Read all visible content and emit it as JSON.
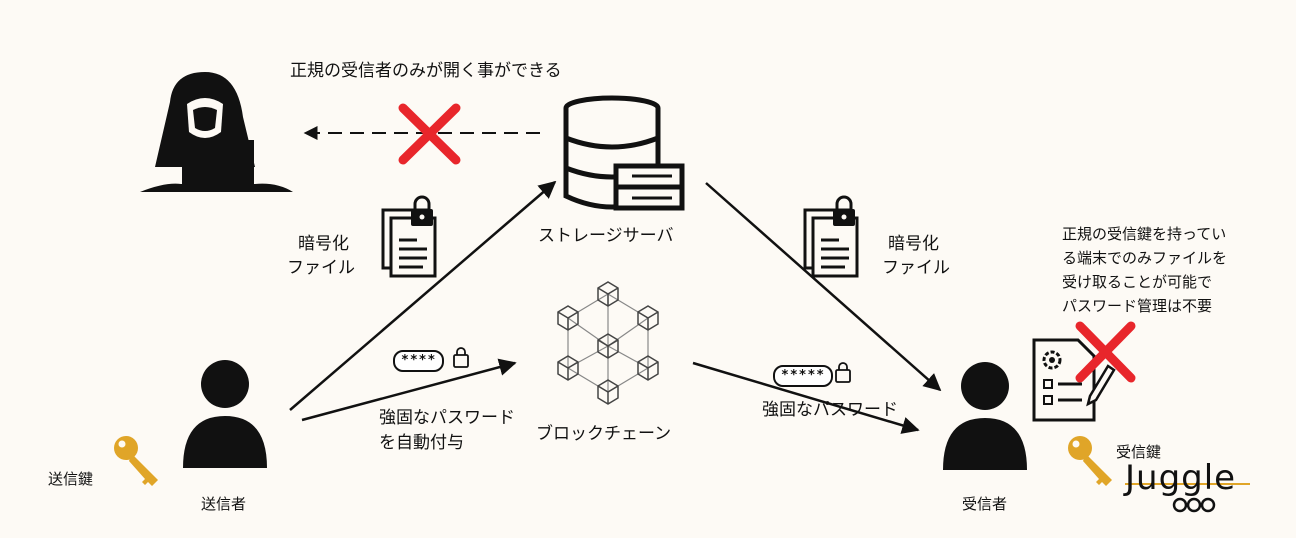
{
  "labels": {
    "top_note": "正規の受信者のみが開く事ができる",
    "storage_server": "ストレージサーバ",
    "encrypted_file_left_1": "暗号化",
    "encrypted_file_left_2": "ファイル",
    "encrypted_file_right_1": "暗号化",
    "encrypted_file_right_2": "ファイル",
    "blockchain": "ブロックチェーン",
    "strong_password_auto_1": "強固なパスワード",
    "strong_password_auto_2": "を自動付与",
    "strong_password_right": "強固なパスワード",
    "sender": "送信者",
    "sender_key": "送信鍵",
    "receiver": "受信者",
    "receiver_key": "受信鍵",
    "right_note_1": "正規の受信鍵を持ってい",
    "right_note_2": "る端末でのみファイルを",
    "right_note_3": "受け取ることが可能で",
    "right_note_4": "パスワード管理は不要",
    "password_mask_left": "****",
    "password_mask_right": "*****",
    "logo": "Juggle"
  },
  "icons": {
    "hacker": "hacker-icon",
    "server": "database-server-icon",
    "blockchain": "blockchain-cubes-icon",
    "file_lock": "locked-document-icon",
    "person": "person-icon",
    "key": "key-icon",
    "cross": "red-x-icon",
    "settings_doc": "settings-document-icon"
  },
  "colors": {
    "background": "#fdfaf5",
    "cross": "#e8262b",
    "key": "#e0a528",
    "ink": "#111111"
  }
}
